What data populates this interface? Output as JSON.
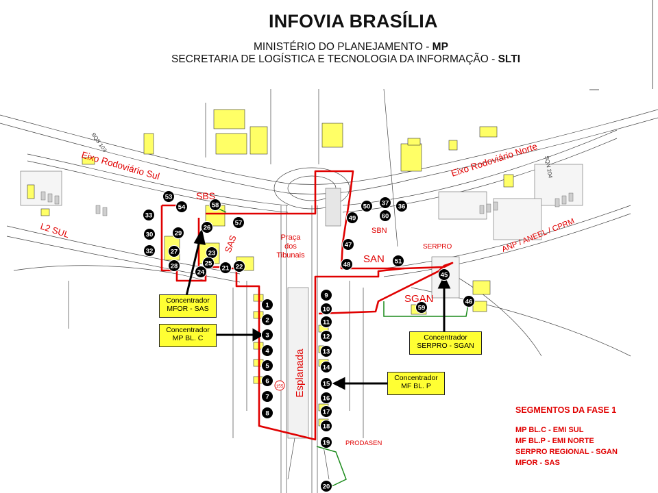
{
  "header": {
    "title": "INFOVIA BRASÍLIA",
    "line1_text": "MINISTÉRIO DO PLANEJAMENTO - ",
    "line1_bold": "MP",
    "line2_text": "SECRETARIA DE LOGÍSTICA E TECNOLOGIA DA INFORMAÇÃO - ",
    "line2_bold": "SLTI"
  },
  "map_labels": {
    "eixo_sul": "Eixo Rodoviário Sul",
    "eixo_norte": "Eixo Rodoviário Norte",
    "l2_sul": "L2 SUL",
    "anp": "ANP / ANEEL / CPRM",
    "sbs": "SBS",
    "sas": "SAS",
    "sbn": "SBN",
    "san": "SAN",
    "serpro": "SERPRO",
    "sgan": "SGAN",
    "praca": "Praça\ndos\nTibunais",
    "esplanada": "Esplanada",
    "prodasen": "PRODASEN",
    "sqs103": "SQS 103",
    "sqn204": "SQN 204",
    "road155": "155"
  },
  "callouts": {
    "mfor_sas": "Concentrador\nMFOR - SAS",
    "mp_blc": "Concentrador\nMP BL. C",
    "serpro_sgan": "Concentrador\nSERPRO - SGAN",
    "mf_blp": "Concentrador\nMF BL. P"
  },
  "nodes": [
    "1",
    "2",
    "3",
    "4",
    "5",
    "6",
    "7",
    "8",
    "9",
    "10",
    "11",
    "12",
    "13",
    "14",
    "15",
    "16",
    "17",
    "18",
    "19",
    "20",
    "21",
    "22",
    "23",
    "24",
    "25",
    "26",
    "27",
    "28",
    "29",
    "30",
    "32",
    "33",
    "36",
    "37",
    "45",
    "46",
    "47",
    "48",
    "49",
    "50",
    "51",
    "53",
    "54",
    "57",
    "58",
    "59",
    "60"
  ],
  "legend": {
    "title": "SEGMENTOS DA FASE 1",
    "items": [
      "MP BL.C - EMI SUL",
      "MF BL.P - EMI NORTE",
      "SERPRO REGIONAL - SGAN",
      "MFOR - SAS"
    ]
  },
  "colors": {
    "route": "#e00000",
    "green_route": "#1a8a1a",
    "building": "#ffff66",
    "callout": "#ffff33",
    "node": "#000000"
  }
}
